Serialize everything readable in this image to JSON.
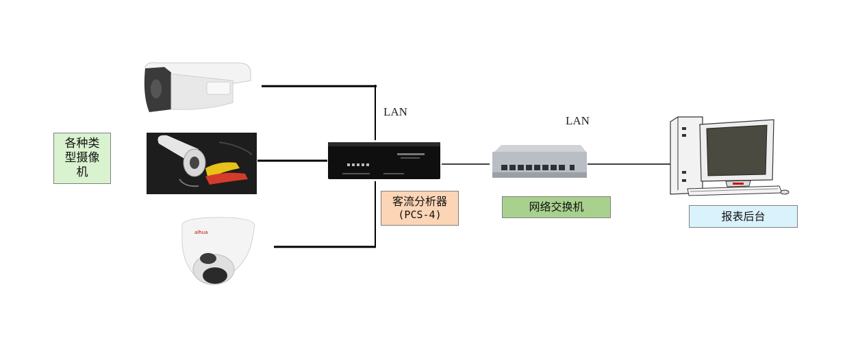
{
  "labels": {
    "cameras": "各种类型摄像机",
    "analyzer_line1": "客流分析器",
    "analyzer_line2": "(PCS-4)",
    "switch": "网络交换机",
    "backend": "报表后台",
    "lan_left": "LAN",
    "lan_right": "LAN"
  },
  "colors": {
    "cameras_box": "#d9f2d0",
    "analyzer_box": "#fbd5b5",
    "switch_box": "#a9d18e",
    "backend_box": "#daf2fb"
  }
}
